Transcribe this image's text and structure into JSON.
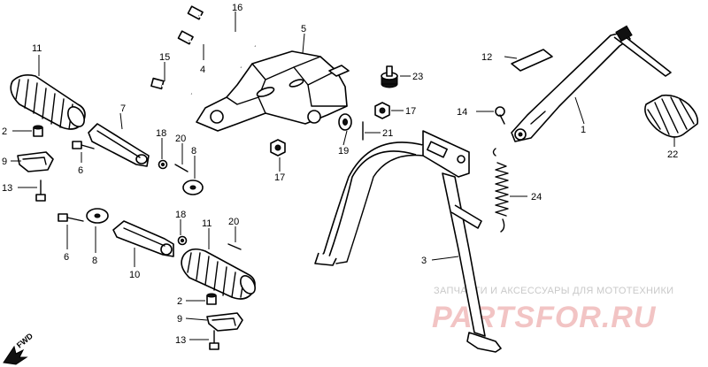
{
  "callouts": {
    "c1": "1",
    "c2a": "2",
    "c2b": "2",
    "c3": "3",
    "c4": "4",
    "c5": "5",
    "c6a": "6",
    "c6b": "6",
    "c7": "7",
    "c8a": "8",
    "c8b": "8",
    "c9a": "9",
    "c9b": "9",
    "c10": "10",
    "c11a": "11",
    "c11b": "11",
    "c12": "12",
    "c13a": "13",
    "c13b": "13",
    "c14": "14",
    "c15": "15",
    "c16": "16",
    "c17a": "17",
    "c17b": "17",
    "c18a": "18",
    "c18b": "18",
    "c19": "19",
    "c20a": "20",
    "c20b": "20",
    "c21": "21",
    "c22": "22",
    "c23": "23",
    "c24": "24"
  },
  "direction": {
    "label": "FWD"
  },
  "watermark": {
    "line1": "ЗАПЧАСТИ И АКСЕССУАРЫ ДЛЯ МОТОТЕХНИКИ",
    "line2": "PARTSFOR.RU"
  }
}
